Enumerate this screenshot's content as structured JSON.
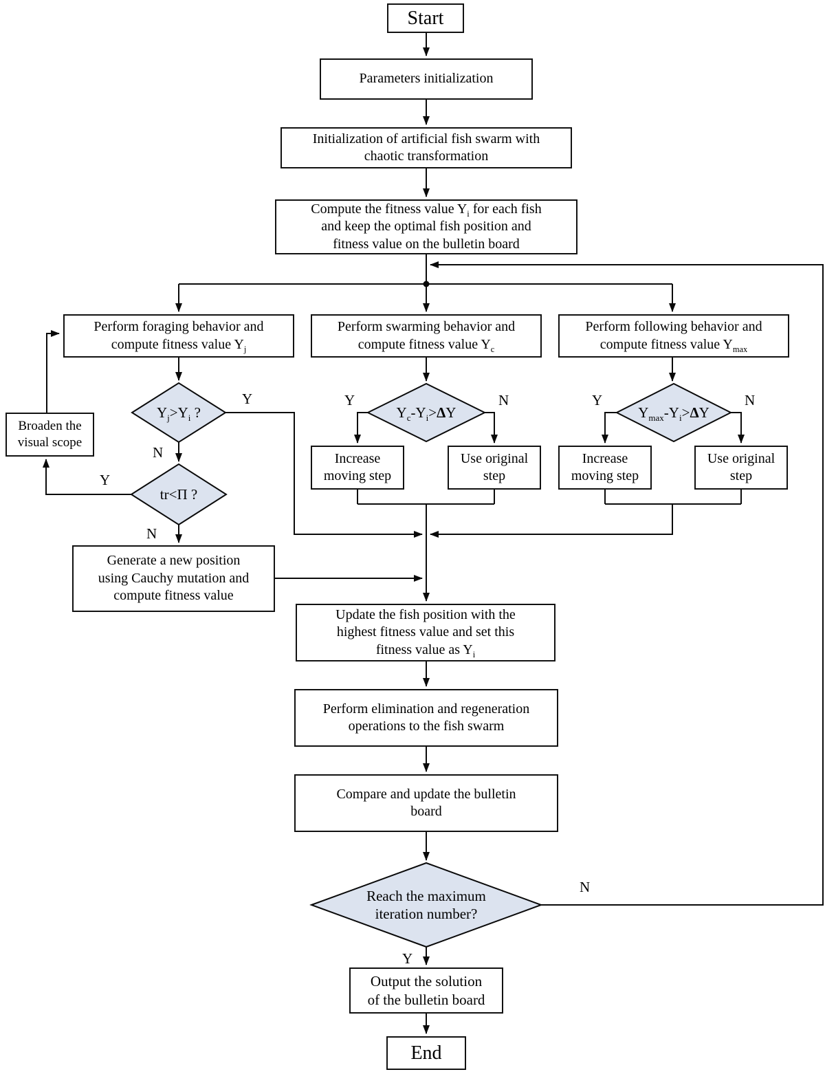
{
  "colors": {
    "diamond_fill": "#dce3ef",
    "line": "#0a0a0a",
    "box_bg": "#ffffff",
    "border": "#111111"
  },
  "nodes": {
    "start": {
      "label": "Start"
    },
    "params_init": {
      "label": "Parameters initialization"
    },
    "swarm_init": {
      "lines": [
        "Initialization of artificial fish swarm with",
        "chaotic transformation"
      ]
    },
    "compute_fitness": {
      "lines": [
        {
          "pre": "Compute the fitness value Y",
          "sub": "i",
          "post": " for each fish"
        },
        "and keep the optimal fish position and",
        "fitness value on the bulletin board"
      ]
    },
    "foraging": {
      "lines": [
        "Perform foraging behavior and",
        {
          "pre": "compute fitness value Y",
          "sub": "j"
        }
      ]
    },
    "swarming": {
      "lines": [
        "Perform swarming behavior and",
        {
          "pre": "compute fitness value Y",
          "sub": "c"
        }
      ]
    },
    "following": {
      "lines": [
        "Perform following behavior and",
        {
          "pre": "compute fitness value Y",
          "sub": "max"
        }
      ]
    },
    "d_forage": {
      "p1": "Y",
      "s1": "j",
      "p2": ">Y",
      "s2": "i",
      "p3": " ?"
    },
    "d_try": {
      "label": "tr<Π ?"
    },
    "broaden": {
      "lines": [
        "Broaden the",
        "visual scope"
      ]
    },
    "d_swarm": {
      "p1": "Y",
      "s1": "c",
      "p2": "-Y",
      "s2": "i",
      "p3": ">",
      "p4": "Δ",
      "p5": "Y"
    },
    "inc_step_swarm": {
      "lines": [
        "Increase",
        "moving step"
      ]
    },
    "orig_step_swarm": {
      "lines": [
        "Use original",
        "step"
      ]
    },
    "d_follow": {
      "p1": "Y",
      "s1": "max",
      "p2": "-Y",
      "s2": "i",
      "p3": ">",
      "p4": "Δ",
      "p5": "Y"
    },
    "inc_step_follow": {
      "lines": [
        "Increase",
        "moving step"
      ]
    },
    "orig_step_follow": {
      "lines": [
        "Use original",
        "step"
      ]
    },
    "cauchy": {
      "lines": [
        "Generate a new position",
        "using Cauchy mutation and",
        "compute fitness value"
      ]
    },
    "update": {
      "lines": [
        "Update the fish position with the",
        "highest fitness value and set this",
        {
          "pre": "fitness value as Y",
          "sub": "i"
        }
      ]
    },
    "elimination": {
      "lines": [
        "Perform elimination and regeneration",
        "operations to the fish swarm"
      ]
    },
    "compare": {
      "lines": [
        "Compare and update the bulletin",
        "board"
      ]
    },
    "d_max_iter": {
      "lines": [
        "Reach the maximum",
        "iteration number?"
      ]
    },
    "output": {
      "lines": [
        "Output the solution",
        "of the bulletin board"
      ]
    },
    "end": {
      "label": "End"
    }
  },
  "edge_labels": {
    "forage_yes": "Y",
    "forage_no": "N",
    "try_yes": "Y",
    "try_no": "N",
    "swarm_yes": "Y",
    "swarm_no": "N",
    "follow_yes": "Y",
    "follow_no": "N",
    "iter_no": "N",
    "iter_yes": "Y"
  }
}
